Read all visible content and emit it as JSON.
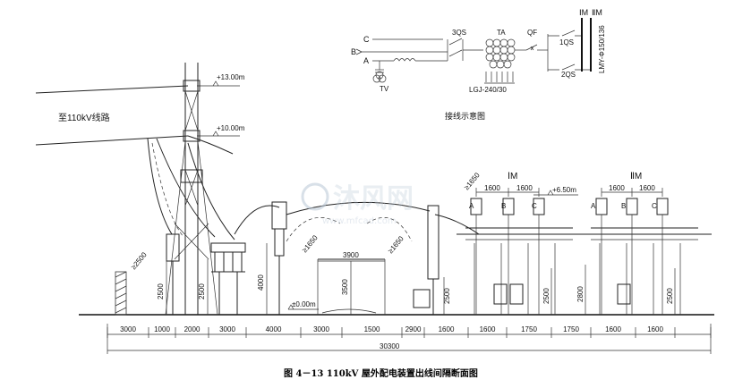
{
  "schematic": {
    "title": "接线示意图",
    "phase_c": "C",
    "phase_b": "B",
    "phase_a": "A",
    "tv": "TV",
    "qs3": "3QS",
    "ta": "TA",
    "qf": "QF",
    "qs1": "1QS",
    "qs2": "2QS",
    "bus1": "ⅠM",
    "bus2": "ⅡM",
    "conductor": "LGJ-240/30",
    "bus_spec": "LMY-Φ150/136"
  },
  "elevations": {
    "e13": "+13.00m",
    "e10": "+10.00m",
    "e650": "+6.50m",
    "e0": "±0.00m"
  },
  "labels": {
    "line_to": "至110kV线路",
    "bus1": "ⅠM",
    "bus2": "ⅡM",
    "a1": "A",
    "b1": "B",
    "c1": "C",
    "a2": "A",
    "b2": "B",
    "c2": "C"
  },
  "vertical_dims": {
    "d2500a": "2500",
    "d2500b": "2500",
    "d4000": "4000",
    "d3500": "3500",
    "d2500c": "2500",
    "d2500d": "2500",
    "d2800": "2800",
    "d2500e": "2500"
  },
  "clearances": {
    "c2500": "≥2500",
    "c1650a": "≥1650",
    "c1650b": "≥1650",
    "c1650c": "≥1650",
    "c3900": "3900"
  },
  "top_dims": {
    "b1": [
      "1600",
      "1600"
    ],
    "b2": [
      "1600",
      "1600"
    ]
  },
  "bottom_dims": [
    "3000",
    "1000",
    "2000",
    "3000",
    "4000",
    "3000",
    "1500",
    "2900",
    "1600",
    "1600",
    "1750",
    "1750",
    "1600",
    "1600"
  ],
  "total_dim": "30300",
  "caption": "图 4－13   110kV 屋外配电装置出线间隔断面图",
  "watermark": "沐风网",
  "watermark_url": "www.mfcad.com"
}
